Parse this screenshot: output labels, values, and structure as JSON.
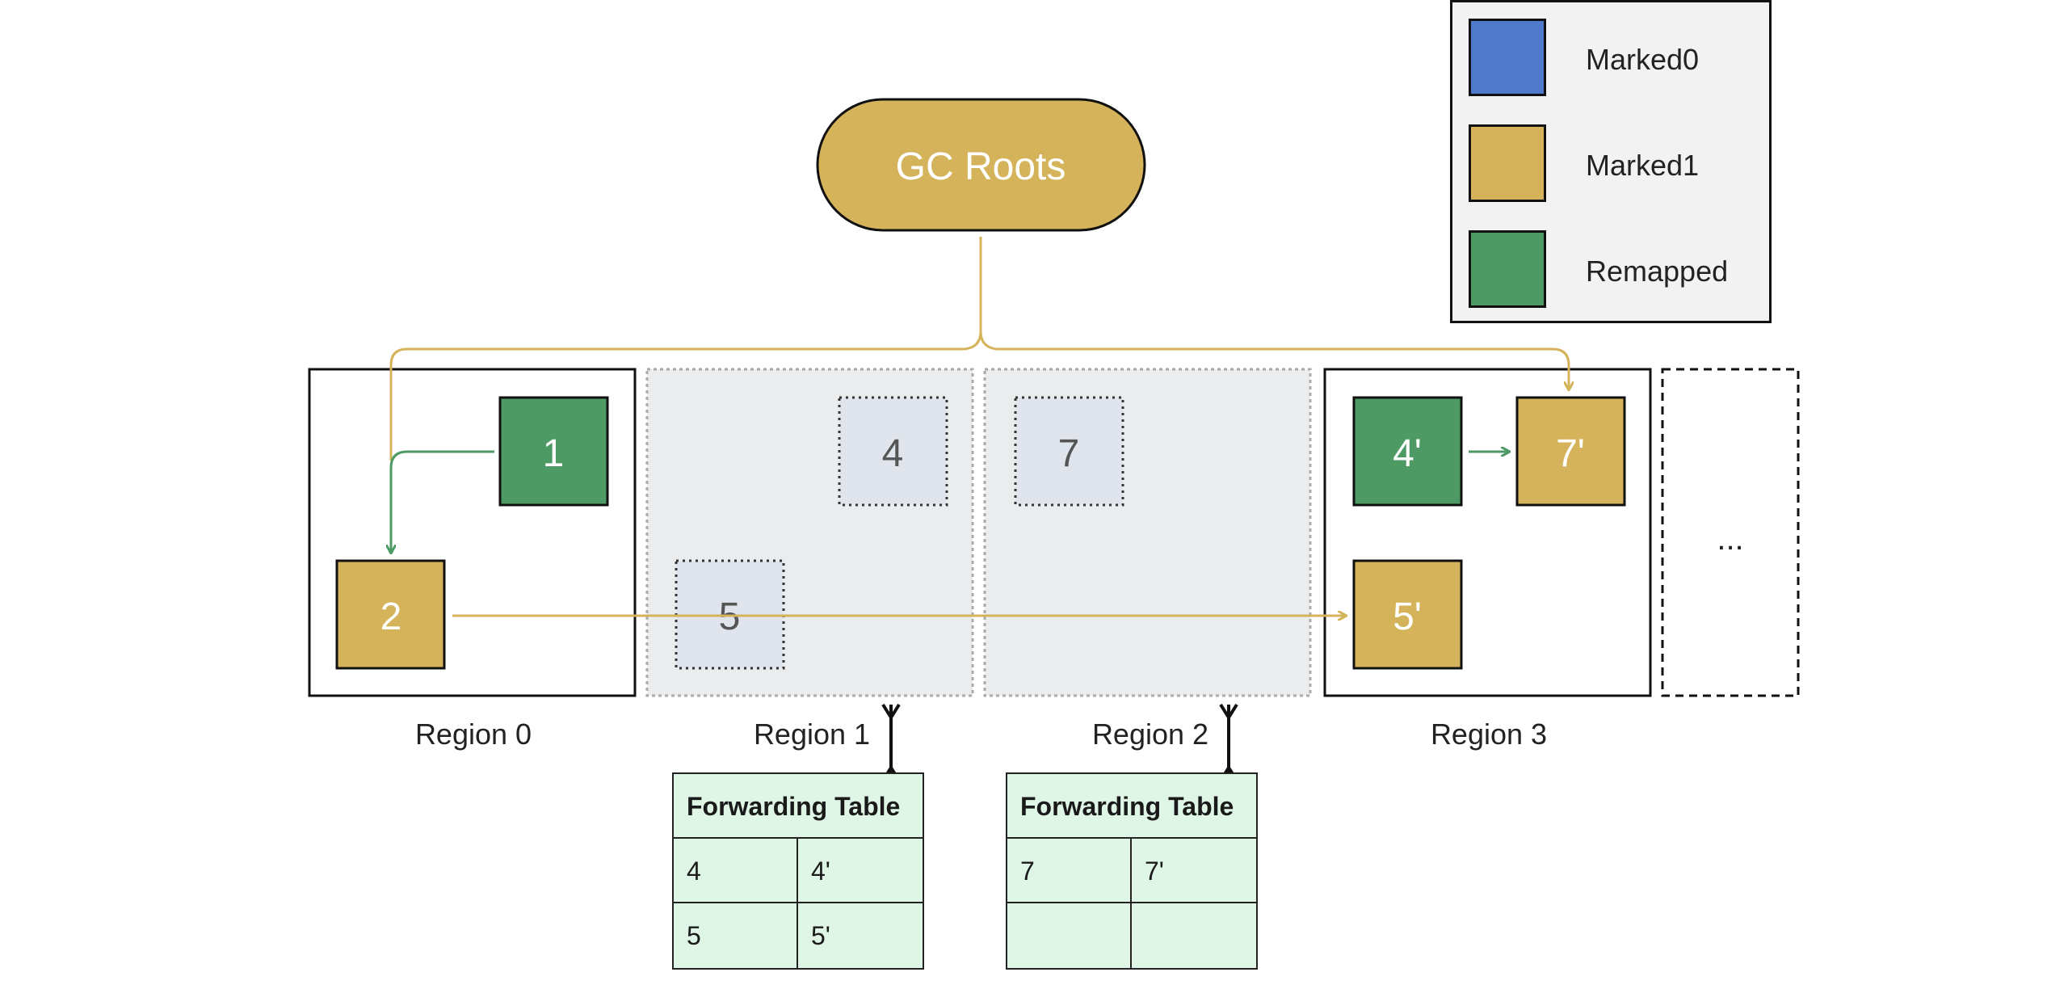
{
  "root": {
    "label": "GC Roots"
  },
  "colors": {
    "marked0": "#4f7acb",
    "marked1": "#d4b35a",
    "remapped": "#4e9a64",
    "relocating": "#e0e4ec",
    "region_bg": "#ebecee",
    "forwarding_bg": "#dff5e6"
  },
  "legend": {
    "items": [
      {
        "label": "Marked0",
        "color": "#4f7acb"
      },
      {
        "label": "Marked1",
        "color": "#d4b35a"
      },
      {
        "label": "Remapped",
        "color": "#4e9a64"
      }
    ]
  },
  "regions": [
    {
      "label": "Region 0"
    },
    {
      "label": "Region 1"
    },
    {
      "label": "Region 2"
    },
    {
      "label": "Region 3"
    },
    {
      "label": "..."
    }
  ],
  "objects": {
    "o1": "1",
    "o2": "2",
    "o4": "4",
    "o5": "5",
    "o7": "7",
    "o4p": "4'",
    "o5p": "5'",
    "o7p": "7'"
  },
  "forwarding_tables": [
    {
      "title": "Forwarding Table",
      "rows": [
        [
          "4",
          "4'"
        ],
        [
          "5",
          "5'"
        ]
      ]
    },
    {
      "title": "Forwarding Table",
      "rows": [
        [
          "7",
          "7'"
        ],
        [
          "",
          ""
        ]
      ]
    }
  ]
}
